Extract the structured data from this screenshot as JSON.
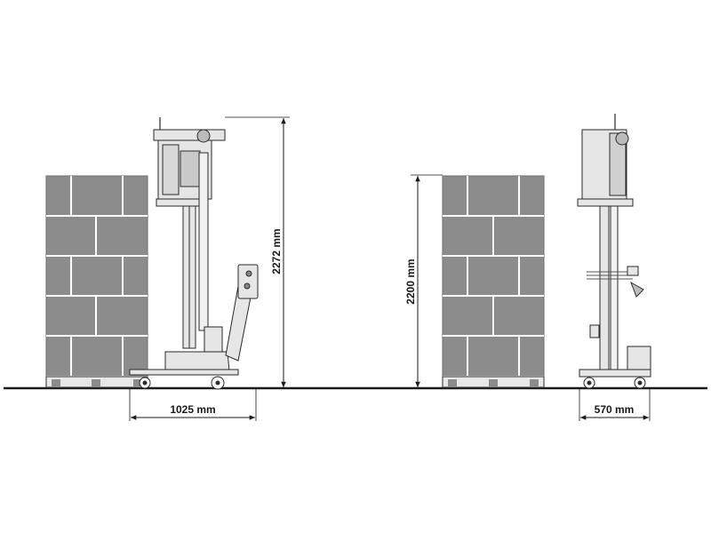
{
  "dimensions": {
    "side_height": "2272 mm",
    "side_length": "1025 mm",
    "front_height": "2200 mm",
    "front_width": "570 mm"
  },
  "colors": {
    "pallet_fill": "#8c8c8c",
    "block_line": "#ffffff",
    "machine_fill": "#e6e6e6",
    "outline": "#2a2a2a",
    "ground": "#1a1a1a"
  }
}
